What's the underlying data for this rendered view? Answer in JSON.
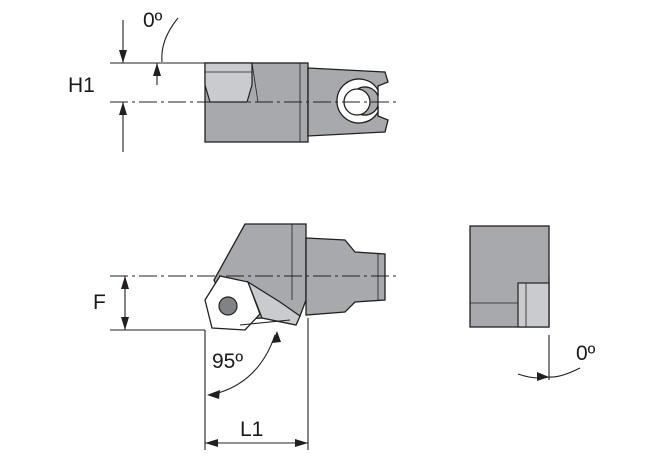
{
  "labels": {
    "h1": "H1",
    "f": "F",
    "l1": "L1",
    "angle_top": "0º",
    "angle_side": "0º",
    "angle_lead": "95º"
  }
}
